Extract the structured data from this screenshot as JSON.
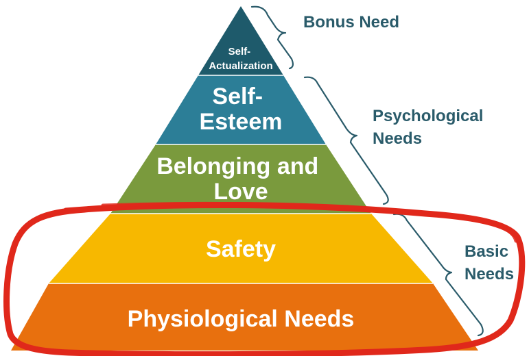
{
  "pyramid": {
    "tiers": [
      {
        "id": "self-actualization",
        "lines": [
          "Self-",
          "Actualization"
        ],
        "color": "#1e5a6b"
      },
      {
        "id": "self-esteem",
        "lines": [
          "Self-",
          "Esteem"
        ],
        "color": "#2c7e97"
      },
      {
        "id": "belonging-and-love",
        "lines": [
          "Belonging and",
          "Love"
        ],
        "color": "#7a9a3d"
      },
      {
        "id": "safety",
        "lines": [
          "Safety"
        ],
        "color": "#f7b800"
      },
      {
        "id": "physiological-needs",
        "lines": [
          "Physiological Needs"
        ],
        "color": "#e8700e"
      }
    ]
  },
  "groups": [
    {
      "id": "bonus-need",
      "lines": [
        "Bonus Need"
      ]
    },
    {
      "id": "psychological-needs",
      "lines": [
        "Psychological",
        "Needs"
      ]
    },
    {
      "id": "basic-needs",
      "lines": [
        "Basic",
        "Needs"
      ]
    }
  ],
  "colors": {
    "label_text": "#ffffff",
    "group_text": "#2a5b6a",
    "bracket": "#2a5b6a",
    "highlight_loop": "#e0281b"
  }
}
